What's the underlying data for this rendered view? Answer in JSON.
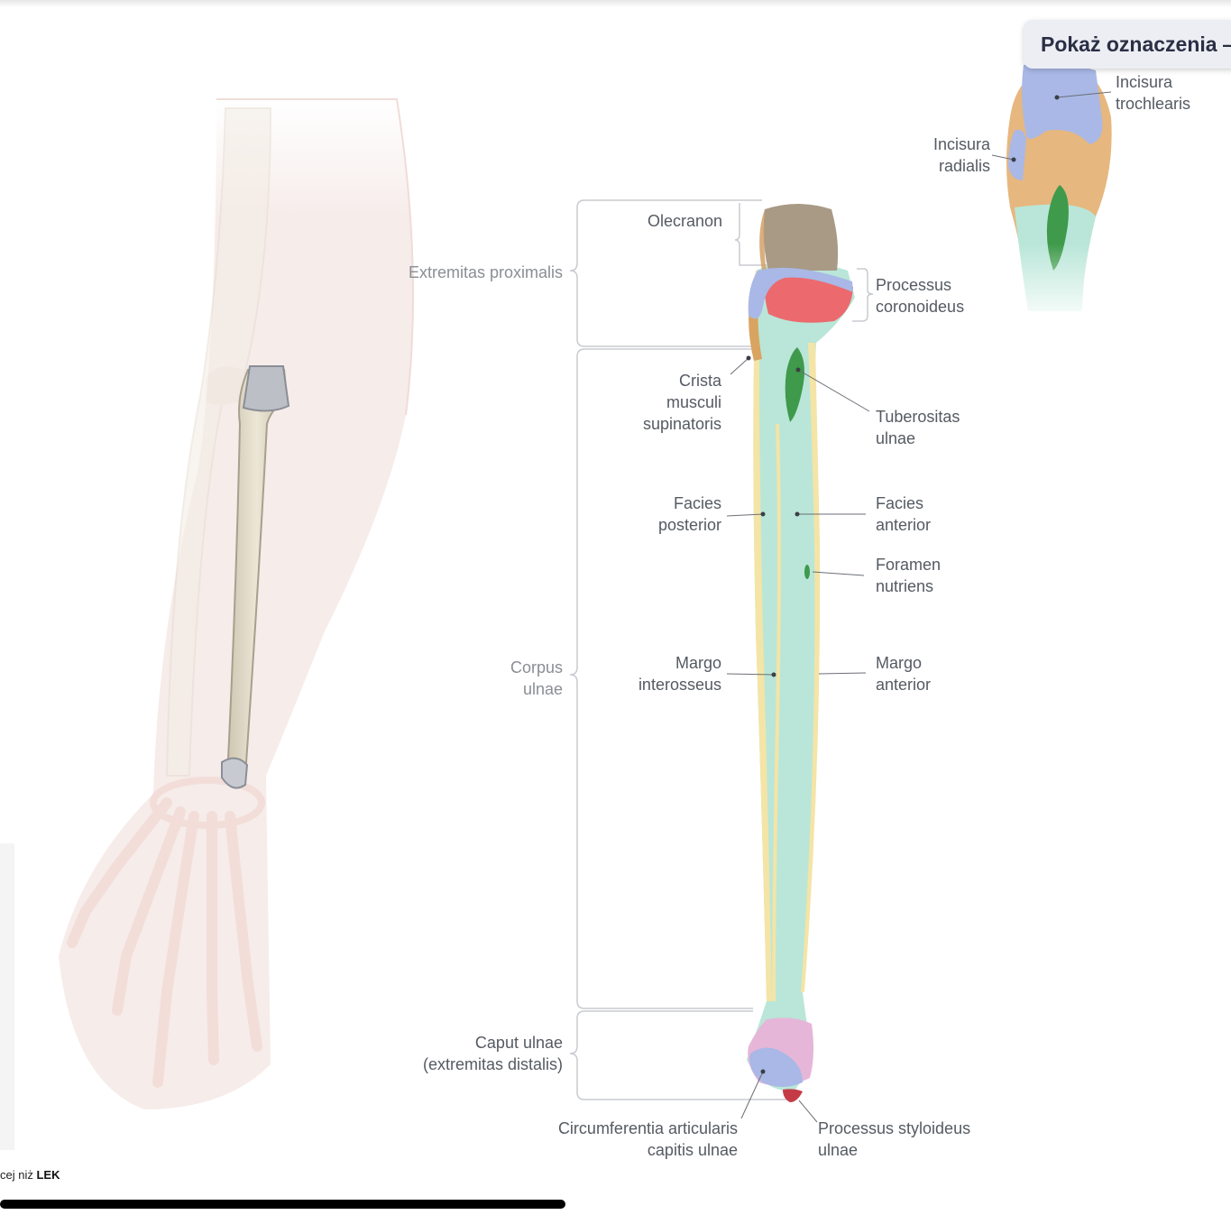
{
  "controls": {
    "show_labels_label": "Pokaż oznaczenia —"
  },
  "footer": {
    "prefix": "cej niż ",
    "bold": "LEK"
  },
  "labels": {
    "incisura_trochlearis": "Incisura\ntrochlearis",
    "incisura_radialis": "Incisura\nradialis",
    "olecranon": "Olecranon",
    "extremitas_proximalis": "Extremitas proximalis",
    "processus_coronoideus": "Processus\ncoronoideus",
    "crista_musculi_supinatoris": "Crista\nmusculi\nsupinatoris",
    "tuberositas_ulnae": "Tuberositas\nulnae",
    "facies_posterior": "Facies\nposterior",
    "facies_anterior": "Facies\nanterior",
    "foramen_nutriens": "Foramen\nnutriens",
    "corpus_ulnae": "Corpus\nulnae",
    "margo_interosseus": "Margo\ninterosseus",
    "margo_anterior": "Margo\nanterior",
    "caput_ulnae": "Caput ulnae\n(extremitas distalis)",
    "circumferentia_articularis": "Circumferentia articularis\ncapitis ulnae",
    "processus_styloideus": "Processus styloideus\nulnae"
  },
  "colors": {
    "shaft": "#b9e6d8",
    "coronoid": "#ec6a6e",
    "articular": "#a9b8e6",
    "olecranon": "#cf9b5e",
    "tuberosity": "#3f9a4c",
    "margin": "#f4e4a6",
    "head": "#e6b6d8"
  }
}
